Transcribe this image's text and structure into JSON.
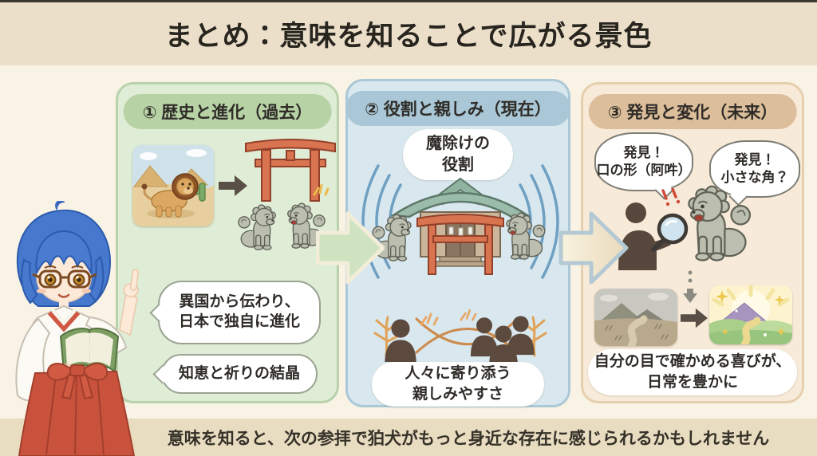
{
  "title": "まとめ：意味を知ることで広がる景色",
  "footer": "意味を知ると、次の参拝で狛犬がもっと身近な存在に感じられるかもしれません",
  "panels": {
    "past": {
      "header": "① 歴史と進化（過去）",
      "bubble_origin": {
        "line1": "異国から伝わり、",
        "line2": "日本で独自に進化"
      },
      "bubble_wisdom": "知恵と祈りの結晶"
    },
    "present": {
      "header": "② 役割と親しみ（現在）",
      "role_pill": "魔除けの役割",
      "bottom_pill": {
        "line1": "人々に寄り添う",
        "line2": "親しみやすさ"
      }
    },
    "future": {
      "header": "③ 発見と変化（未来）",
      "bubble_mouth": {
        "line1": "発見！",
        "line2": "口の形（阿吽）"
      },
      "bubble_horn": {
        "line1": "発見！",
        "line2": "小さな角？"
      },
      "bottom_pill": {
        "line1": "自分の目で確かめる喜びが、",
        "line2": "日常を豊かに"
      }
    }
  },
  "illustrations": {
    "lion": "lion-in-desert",
    "torii": "torii-gate-with-komainu-pair",
    "shrine": "shrine-with-torii-and-komainu-pair",
    "observer": "silhouette-with-magnifying-glass-examining-komainu",
    "landscape_before": "dull-gray-landscape",
    "landscape_after": "bright-sparkling-landscape",
    "character": "miko-shrine-maiden-with-blue-hair-glasses-green-book"
  },
  "colors": {
    "top_banner_bg": "#ebdfc9",
    "page_bg": "#f8f3e5",
    "footer_bg": "#e8dcc1",
    "panel_past_bg": "#dfecd6",
    "panel_past_pill": "#b7d3a6",
    "panel_present_bg": "#d9e8ef",
    "panel_present_pill": "#a9c7d6",
    "panel_future_bg": "#f8ead8",
    "panel_future_pill": "#dcbe9b",
    "text": "#2f2c28",
    "torii_orange": "#d97450",
    "statue_gray": "#bcbfb0",
    "silhouette_brown": "#5d4a3f"
  }
}
